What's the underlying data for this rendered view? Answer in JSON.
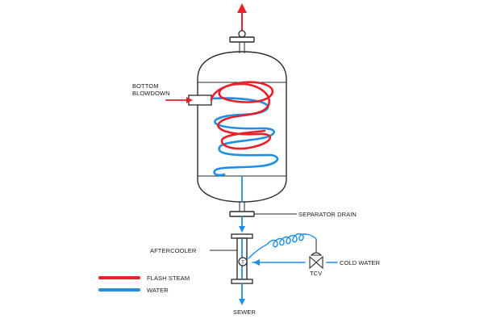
{
  "labels": {
    "bottom_blowdown_line1": "BOTTOM",
    "bottom_blowdown_line2": "BLOWDOWN",
    "separator_drain": "SEPARATOR DRAIN",
    "aftercooler": "AFTERCOOLER",
    "cold_water": "COLD WATER",
    "tcv": "TCV",
    "sewer": "SEWER",
    "thermometer_symbol": "T"
  },
  "legend": [
    {
      "name": "FLASH STEAM",
      "color": "#e8202a"
    },
    {
      "name": "WATER",
      "color": "#1e8fe6"
    }
  ],
  "colors": {
    "flash_steam": "#e8202a",
    "water": "#1e8fe6",
    "outline": "#2a2a2a"
  },
  "icons": [
    "thermometer-icon",
    "control-valve-icon",
    "flow-arrow-icon"
  ]
}
